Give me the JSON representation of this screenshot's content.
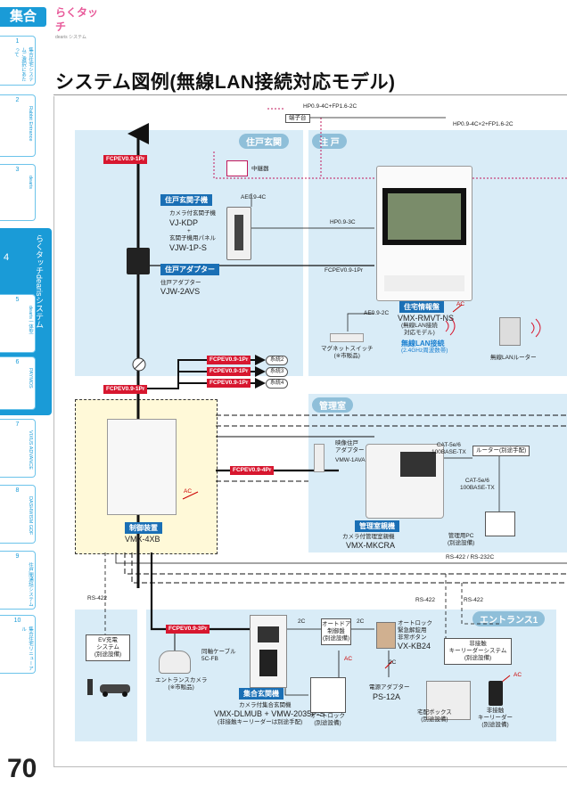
{
  "header": {
    "section": "集合",
    "logo_text": "らくタッチ",
    "logo_sub": "dearis システム"
  },
  "sidenav": [
    {
      "num": "1",
      "label": "集合住宅システムご選択にあたって"
    },
    {
      "num": "2",
      "label": "Rabbit Entrance"
    },
    {
      "num": "3",
      "label": "dearis"
    },
    {
      "num": "4",
      "label": "らくタッチdearisシステム"
    },
    {
      "num": "5",
      "label": "dearis一体型"
    },
    {
      "num": "6",
      "label": "PAYMOS"
    },
    {
      "num": "7",
      "label": "VIXUS ADVANCE"
    },
    {
      "num": "8",
      "label": "DASHWISM GDF"
    },
    {
      "num": "9",
      "label": "住戸間通話システム"
    },
    {
      "num": "10",
      "label": "集合住宅リニューアル"
    }
  ],
  "page_number": "70",
  "title": "システム図例(無線LAN接続対応モデル)",
  "zones": {
    "entrance_door": "住戸玄関",
    "dwelling": "住 戸",
    "management": "管理室",
    "entrance1": "エントランス1"
  },
  "top_labels": {
    "hp_top": "HP0.9-4C+FP1.6-2C",
    "terminal": "端子台",
    "hp_right": "HP0.9-4C×2+FP1.6-2C"
  },
  "cables": {
    "main": "FCPEV0.9-1Pr",
    "hp_39c": "HP0.9-3C",
    "fcpev_dwelling": "FCPEV0.9-1Pr",
    "ae_4c": "AE0.9-4C",
    "ae_2c": "AE0.9-2C",
    "sys2_tag": "FCPEV0.9-1Pr",
    "sys3_tag": "FCPEV0.9-1Pr",
    "sys4_tag": "FCPEV0.9-1Pr",
    "sys2": "系統2",
    "sys3": "系統3",
    "sys4": "系統4",
    "ctrl_tag": "FCPEV0.9-1Pr",
    "mgmt_tag": "FCPEV0.9-4Pr",
    "ent_tag": "FCPEV0.9-3Pr",
    "cat_left": "CAT-5e/6\n100BASE-TX",
    "cat_right": "CAT-5e/6\n100BASE-TX",
    "rs_422_232": "RS-422 / RS-232C",
    "rs_422_left": "RS-422",
    "rs_422_mid": "RS-422",
    "rs_422_right": "RS-422",
    "coax": "同軸ケーブル\n5C-FB",
    "ac": "AC",
    "c2a": "2C",
    "c2b": "2C",
    "c2c": "2C"
  },
  "devices": {
    "relay": "中継器",
    "door_station_bar": "住戸玄関子機",
    "door_station_desc": "カメラ付玄関子機",
    "door_station_model": "VJ-KDP",
    "door_plus": "+",
    "door_panel_desc": "玄関子機用パネル",
    "door_panel_model": "VJW-1P-S",
    "adapter_bar": "住戸アダプター",
    "adapter_desc": "住戸アダプター",
    "adapter_model": "VJW-2AVS",
    "monitor_bar": "住宅情報盤",
    "monitor_model": "VMX-RMVT-NS",
    "monitor_desc": "(無線LAN接続\n対応モデル)",
    "monitor_wifi": "無線LAN接続",
    "monitor_wifi_sub": "(2.4GHz周波数帯)",
    "magnet_switch": "マグネットスイッチ\n(※市販品)",
    "router_wlan": "無線LANルーター",
    "controller_bar": "制御装置",
    "controller_model": "VMX-4XB",
    "video_adapter": "映像住戸\nアダプター",
    "video_adapter_model": "VMW-1AVA",
    "mgr_bar": "管理室親機",
    "mgr_desc": "カメラ付管理室親機",
    "mgr_model": "VMX-MKCRA",
    "router_sep": "ルーター(別途手配)",
    "pc": "管理用PC\n(別途設備)",
    "ev": "EV充電\nシステム\n(別途設備)",
    "ent_camera": "エントランスカメラ\n(※市販品)",
    "lobby_bar": "集合玄関機",
    "lobby_desc": "カメラ付集合玄関機",
    "lobby_model": "VMX-DLMUB + VMW-2035P-S",
    "lobby_note": "(非接触キーリーダーは別途手配)",
    "autodoor": "オートドア\n制御盤\n(別途設備)",
    "emergency_label": "オートロック\n緊急解錠用\n非常ボタン",
    "emergency_model": "VX-KB24",
    "autolock": "オートロック\n(別途設備)",
    "power_adapter": "電源アダプター",
    "power_adapter_model": "PS-12A",
    "delivery_box": "宅配ボックス\n(別途設備)",
    "contactless_sys": "非接触\nキーリーダーシステム\n(別途設備)",
    "contactless_reader": "非接触\nキーリーダー\n(別途設備)"
  },
  "colors": {
    "brand": "#1a9bd7",
    "zone_bg": "#d9ecf7",
    "zone_label": "#8fbfd9",
    "red_tag": "#d7172f",
    "bar_blue": "#1a6fb5",
    "ctrl_bg": "#fff9d8",
    "wifi_blue": "#1a7fd0"
  }
}
